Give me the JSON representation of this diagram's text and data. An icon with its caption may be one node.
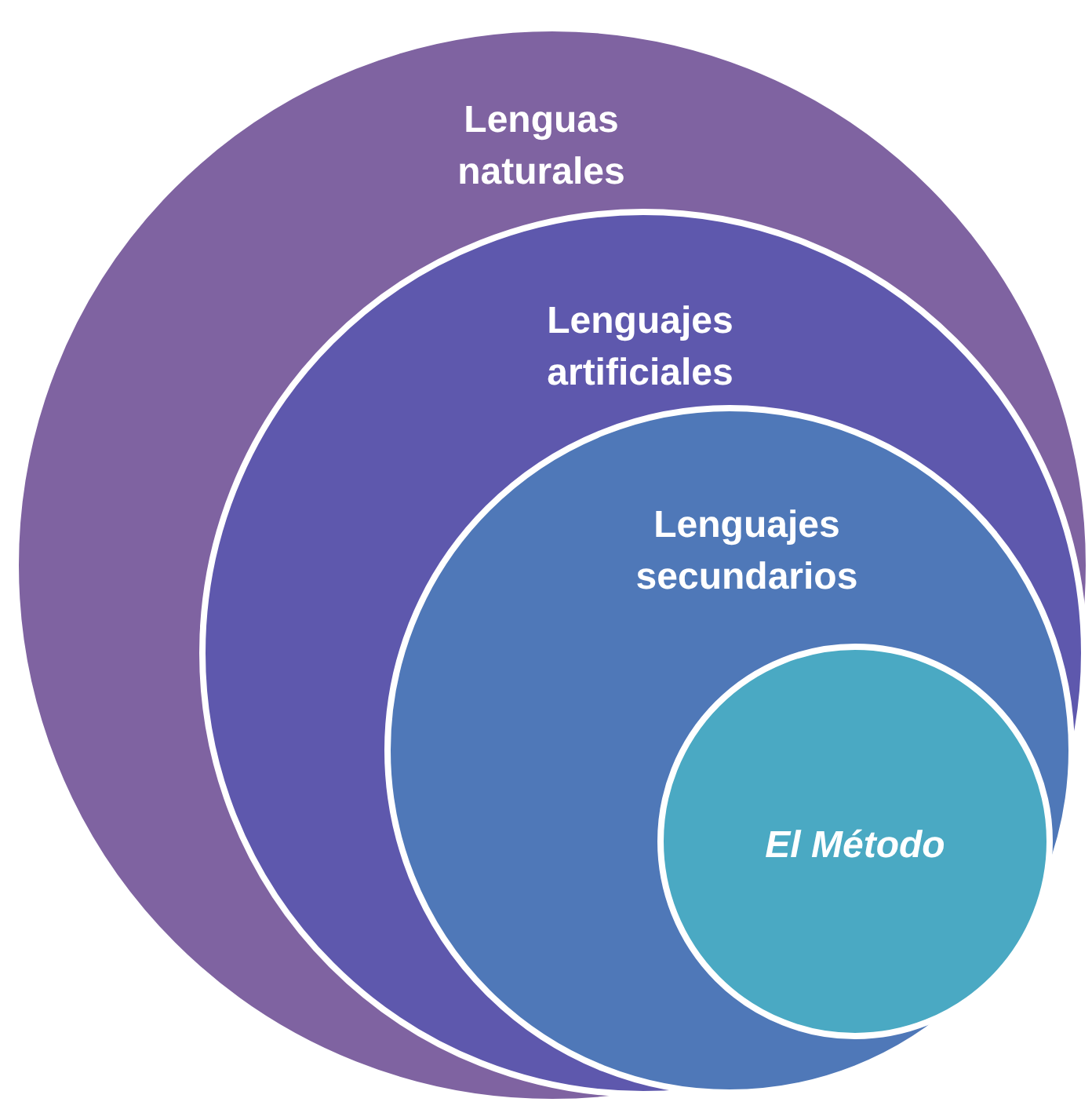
{
  "diagram": {
    "nodes": [
      {
        "text": [
          "Lenguas naturales"
        ]
      },
      {
        "text": [
          "Lenguajes artificiales"
        ],
        "in": 0
      },
      {
        "text": [
          "Lenguajes secundarios"
        ],
        "in": 1
      },
      {
        "text": [
          "El Método"
        ],
        "in": 2
      }
    ]
  }
}
